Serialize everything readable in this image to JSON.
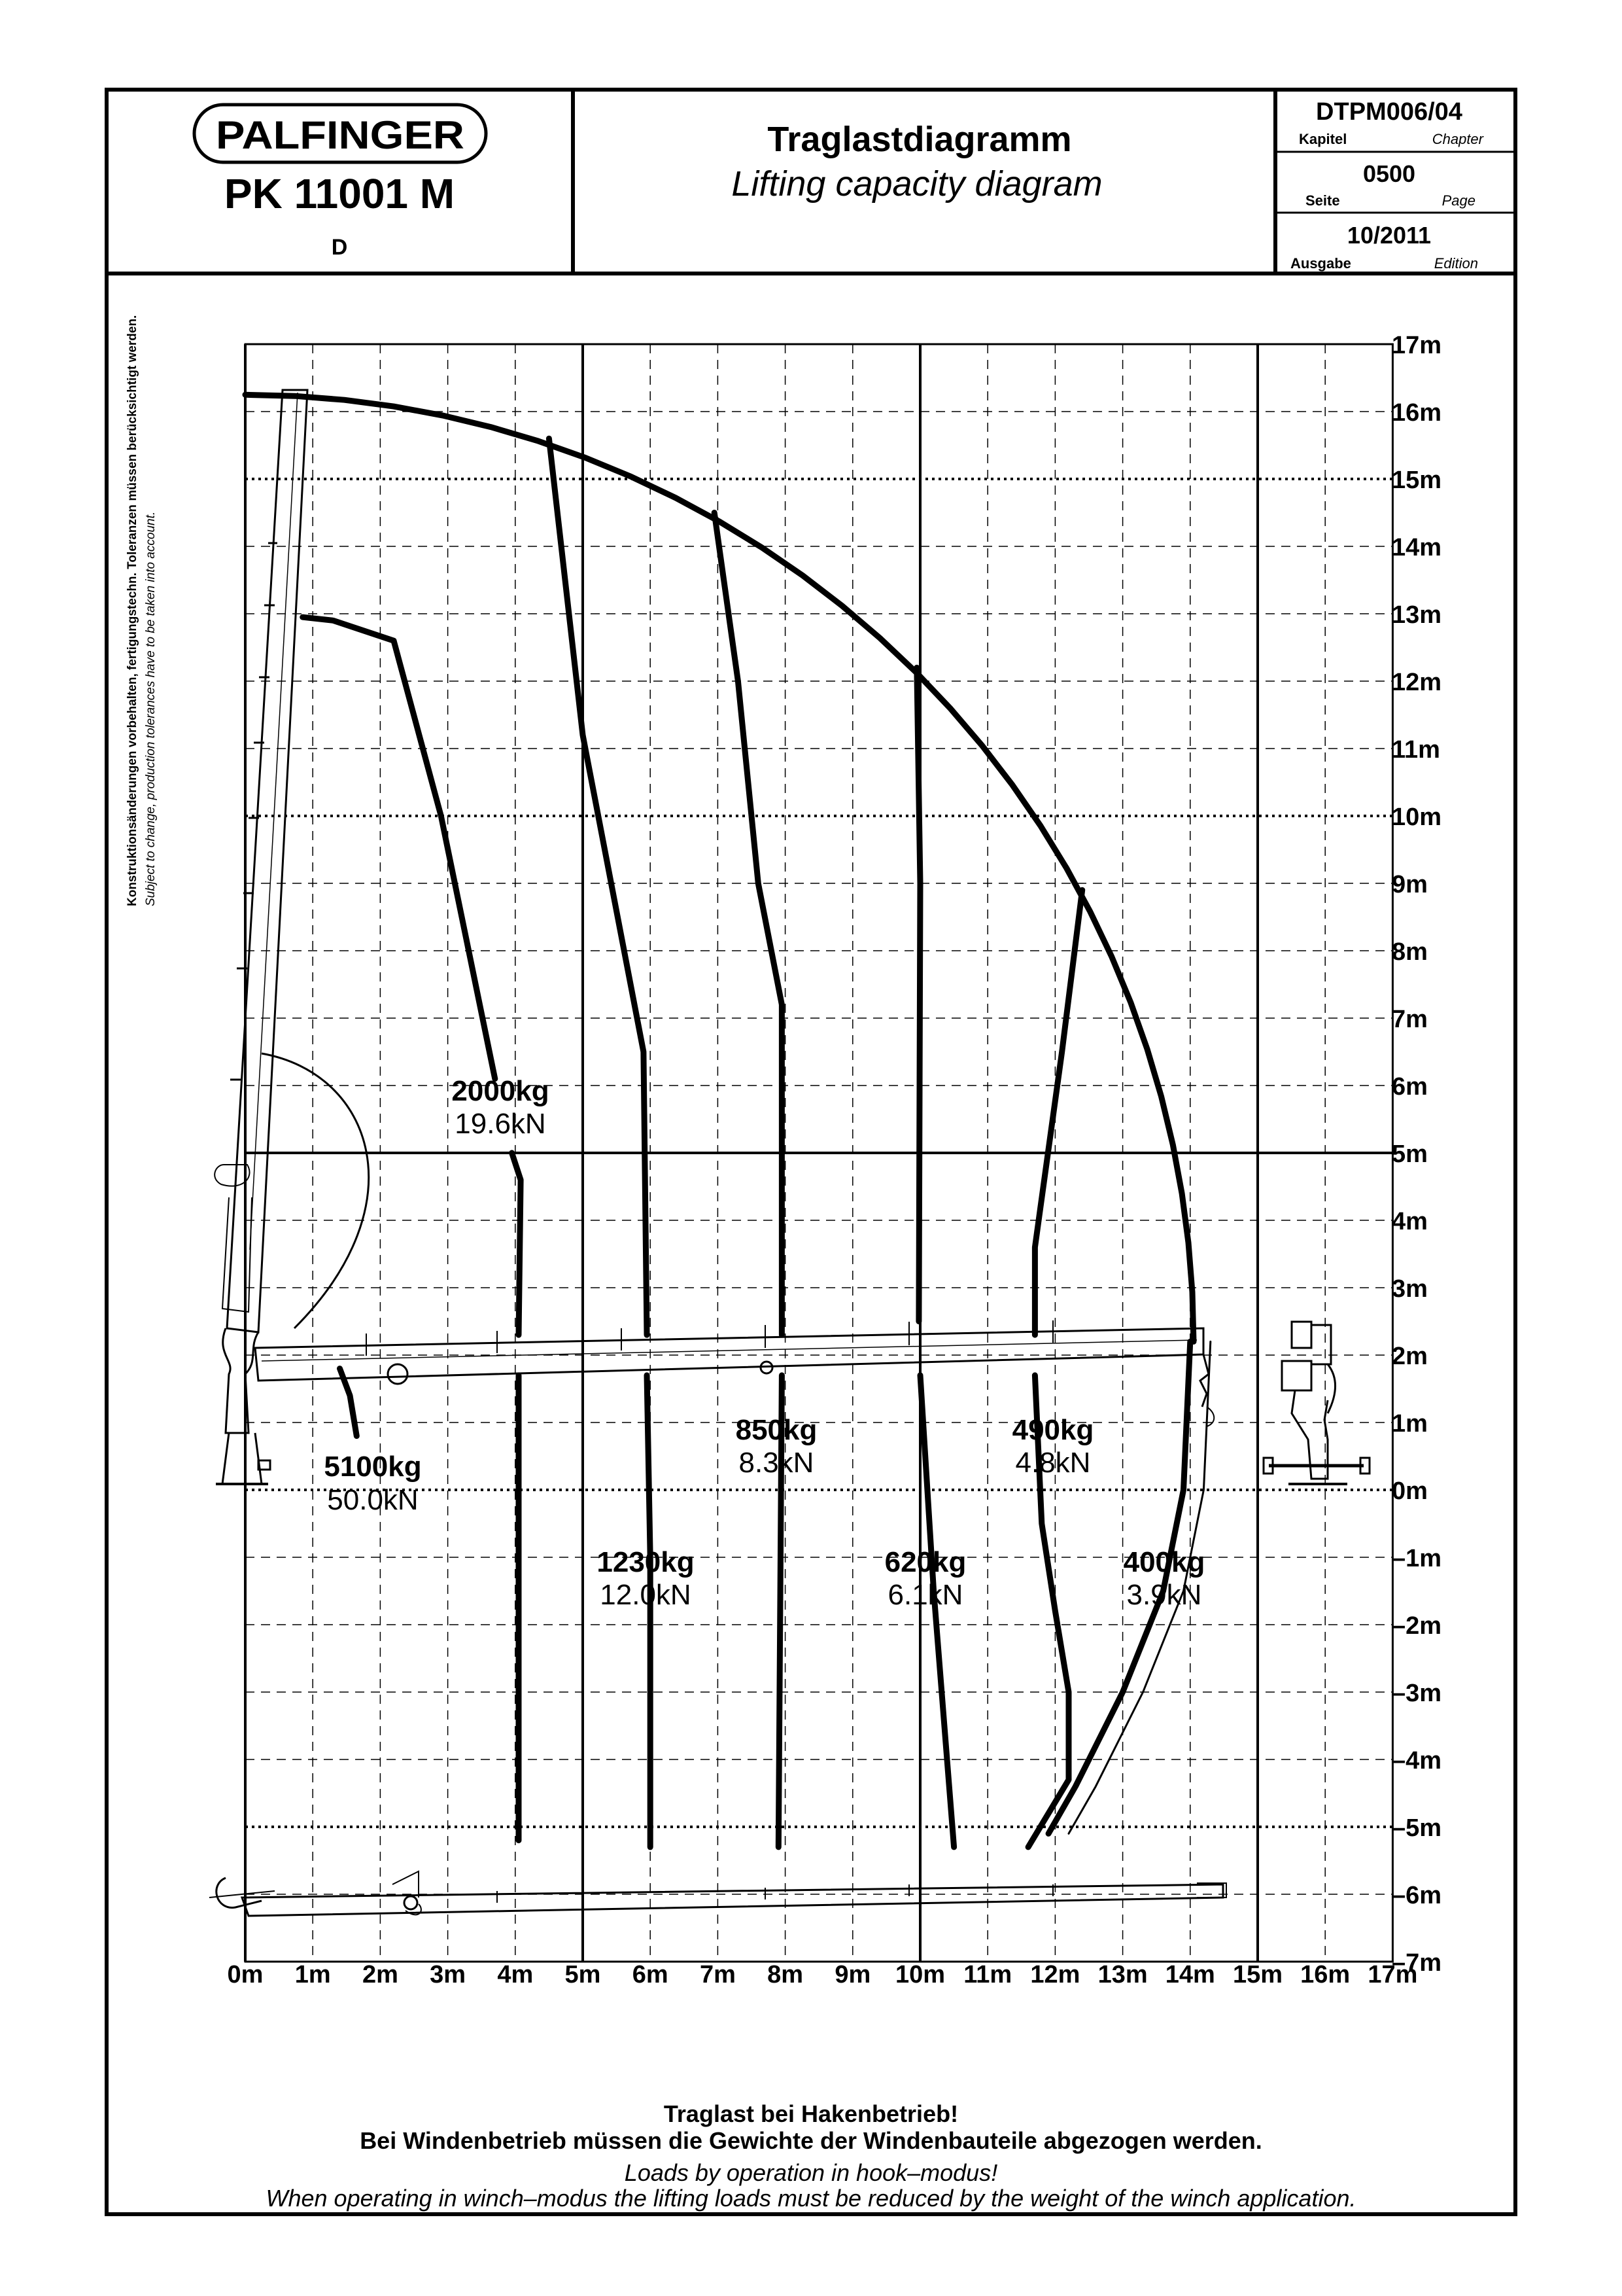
{
  "header": {
    "brand": "PALFINGER",
    "model": "PK 11001 M",
    "variant": "D",
    "title_de": "Traglastdiagramm",
    "title_en": "Lifting capacity diagram",
    "doc_no": "DTPM006/04",
    "chapter_de": "Kapitel",
    "chapter_en": "Chapter",
    "page_no": "0500",
    "page_de": "Seite",
    "page_en": "Page",
    "edition_no": "10/2011",
    "edition_de": "Ausgabe",
    "edition_en": "Edition"
  },
  "side_note": {
    "de": "Konstruktionsänderungen vorbehalten, fertigungstechn. Toleranzen müssen berücksichtigt werden.",
    "en": "Subject to change, production tolerances have to be taken into account."
  },
  "diagram": {
    "x_ticks": [
      "0m",
      "1m",
      "2m",
      "3m",
      "4m",
      "5m",
      "6m",
      "7m",
      "8m",
      "9m",
      "10m",
      "11m",
      "12m",
      "13m",
      "14m",
      "15m",
      "16m",
      "17m"
    ],
    "y_ticks": [
      "17m",
      "16m",
      "15m",
      "14m",
      "13m",
      "12m",
      "11m",
      "10m",
      "9m",
      "8m",
      "7m",
      "6m",
      "5m",
      "4m",
      "3m",
      "2m",
      "1m",
      "0m",
      "–1m",
      "–2m",
      "–3m",
      "–4m",
      "–5m",
      "–6m",
      "–7m"
    ],
    "x_range_m": [
      0,
      17
    ],
    "y_range_m": [
      -7,
      17
    ],
    "grid": "dashed 1 m, solid 5 m",
    "load_labels": [
      {
        "kg": "2000kg",
        "kn": "19.6kN"
      },
      {
        "kg": "5100kg",
        "kn": "50.0kN"
      },
      {
        "kg": "1230kg",
        "kn": "12.0kN"
      },
      {
        "kg": "850kg",
        "kn": "8.3kN"
      },
      {
        "kg": "620kg",
        "kn": "6.1kN"
      },
      {
        "kg": "490kg",
        "kn": "4.8kN"
      },
      {
        "kg": "400kg",
        "kn": "3.9kN"
      }
    ]
  },
  "footer": {
    "de_line1": "Traglast bei Hakenbetrieb!",
    "de_line2": "Bei Windenbetrieb müssen die Gewichte der Windenbauteile abgezogen werden.",
    "en_line1": "Loads by operation in hook–modus!",
    "en_line2": "When operating in winch–modus the lifting loads must be reduced by the weight of the winch application."
  }
}
